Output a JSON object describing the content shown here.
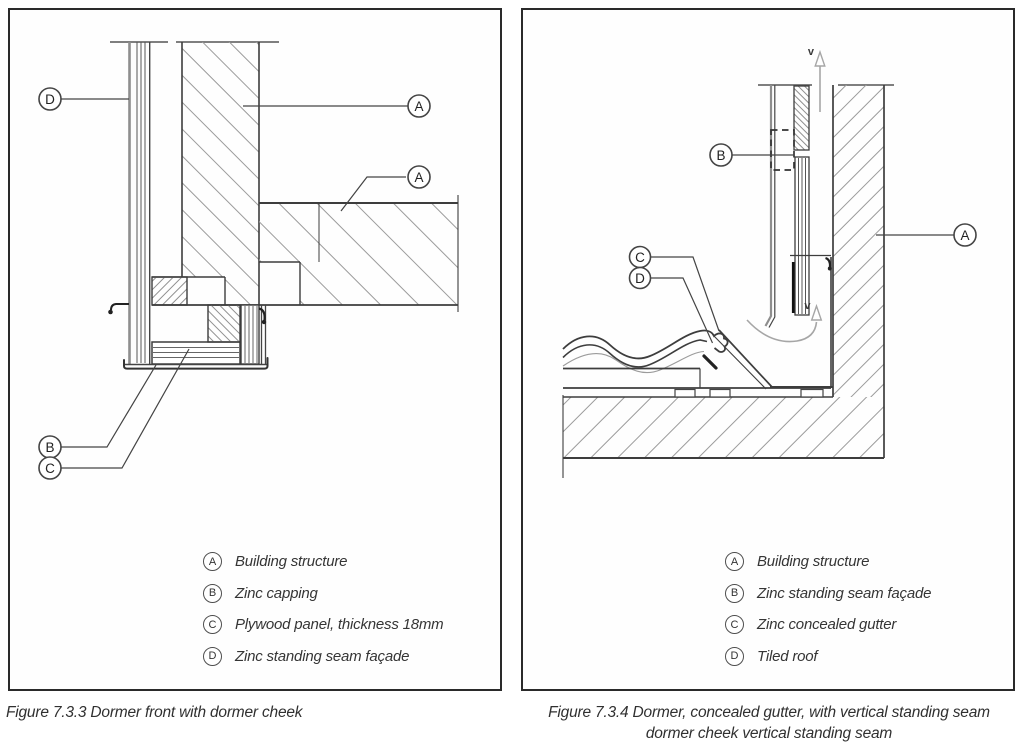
{
  "colors": {
    "line_dark": "#3d3d3d",
    "hatch_gray": "#9b9b9b",
    "vent_gray": "#a6a6a6",
    "text_gray": "#353535",
    "frame": "#2a2a2a"
  },
  "panels": [
    {
      "caption": "Figure 7.3.3 Dormer front with dormer cheek",
      "legend": [
        {
          "key": "A",
          "label": "Building structure"
        },
        {
          "key": "B",
          "label": "Zinc capping"
        },
        {
          "key": "C",
          "label": "Plywood panel, thickness 18mm"
        },
        {
          "key": "D",
          "label": "Zinc standing seam façade"
        }
      ],
      "callouts": {
        "d": "D",
        "a1": "A",
        "a2": "A",
        "b": "B",
        "c": "C"
      }
    },
    {
      "caption_line1": "Figure 7.3.4 Dormer, concealed gutter, with vertical standing seam",
      "caption_line2": "dormer cheek vertical standing seam",
      "legend": [
        {
          "key": "A",
          "label": "Building structure"
        },
        {
          "key": "B",
          "label": "Zinc standing seam façade"
        },
        {
          "key": "C",
          "label": "Zinc concealed gutter"
        },
        {
          "key": "D",
          "label": "Tiled roof"
        }
      ],
      "callouts": {
        "b": "B",
        "a": "A",
        "c": "C",
        "d": "D"
      },
      "vent_label": "v"
    }
  ]
}
